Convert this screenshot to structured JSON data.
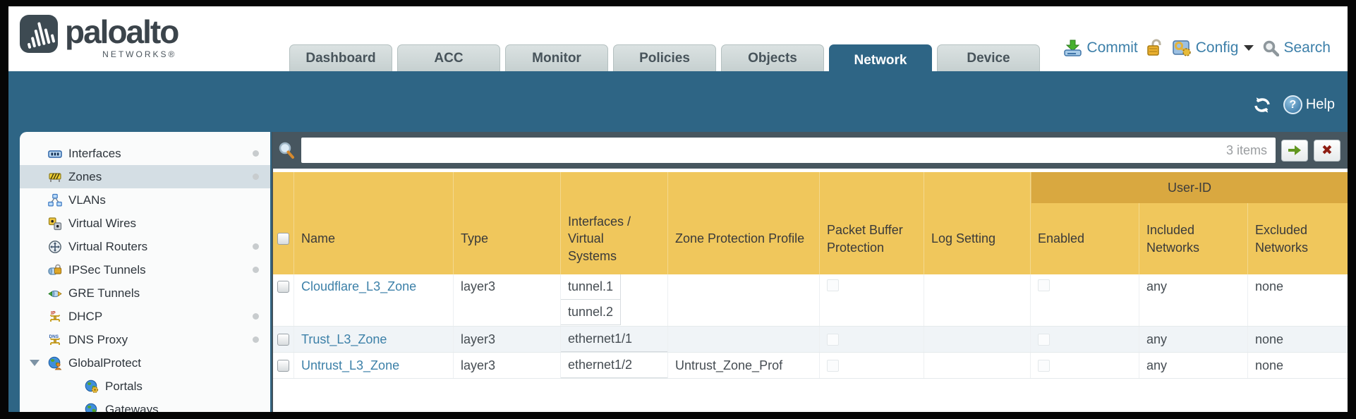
{
  "colors": {
    "teal_band": "#2e6585",
    "searchbar_bg": "#47565f",
    "header_gold": "#f0c75c",
    "group_gold": "#d9a840",
    "link_blue": "#3c80a8",
    "selected_sidebar": "#d4dee4"
  },
  "brand": {
    "name": "paloalto",
    "subtitle": "NETWORKS®"
  },
  "nav": {
    "tabs": [
      {
        "label": "Dashboard",
        "active": false
      },
      {
        "label": "ACC",
        "active": false
      },
      {
        "label": "Monitor",
        "active": false
      },
      {
        "label": "Policies",
        "active": false
      },
      {
        "label": "Objects",
        "active": false
      },
      {
        "label": "Network",
        "active": true
      },
      {
        "label": "Device",
        "active": false
      }
    ]
  },
  "header_actions": {
    "commit": "Commit",
    "config": "Config",
    "search": "Search"
  },
  "content_toolbar": {
    "help": "Help"
  },
  "sidebar": {
    "items": [
      {
        "label": "Interfaces",
        "icon": "interfaces-icon",
        "dot": true,
        "selected": false,
        "sub": false
      },
      {
        "label": "Zones",
        "icon": "zones-icon",
        "dot": true,
        "selected": true,
        "sub": false
      },
      {
        "label": "VLANs",
        "icon": "vlans-icon",
        "dot": false,
        "selected": false,
        "sub": false
      },
      {
        "label": "Virtual Wires",
        "icon": "virtual-wires-icon",
        "dot": false,
        "selected": false,
        "sub": false
      },
      {
        "label": "Virtual Routers",
        "icon": "virtual-routers-icon",
        "dot": true,
        "selected": false,
        "sub": false
      },
      {
        "label": "IPSec Tunnels",
        "icon": "ipsec-tunnels-icon",
        "dot": true,
        "selected": false,
        "sub": false
      },
      {
        "label": "GRE Tunnels",
        "icon": "gre-tunnels-icon",
        "dot": false,
        "selected": false,
        "sub": false
      },
      {
        "label": "DHCP",
        "icon": "dhcp-icon",
        "dot": true,
        "selected": false,
        "sub": false
      },
      {
        "label": "DNS Proxy",
        "icon": "dns-proxy-icon",
        "dot": true,
        "selected": false,
        "sub": false
      },
      {
        "label": "GlobalProtect",
        "icon": "globalprotect-icon",
        "dot": false,
        "selected": false,
        "sub": false,
        "expanded": true
      },
      {
        "label": "Portals",
        "icon": "portals-icon",
        "dot": false,
        "selected": false,
        "sub": true
      },
      {
        "label": "Gateways",
        "icon": "gateways-icon",
        "dot": false,
        "selected": false,
        "sub": true
      }
    ]
  },
  "filter": {
    "value": "",
    "count_label": "3 items"
  },
  "table": {
    "group_header": "User-ID",
    "columns": {
      "name": "Name",
      "type": "Type",
      "interfaces": "Interfaces / Virtual Systems",
      "zpp": "Zone Protection Profile",
      "pbp": "Packet Buffer Protection",
      "log": "Log Setting",
      "enabled": "Enabled",
      "included": "Included Networks",
      "excluded": "Excluded Networks"
    },
    "rows": [
      {
        "name": "Cloudflare_L3_Zone",
        "type": "layer3",
        "interfaces": [
          "tunnel.1",
          "tunnel.2"
        ],
        "zpp": "",
        "log": "",
        "included": "any",
        "excluded": "none"
      },
      {
        "name": "Trust_L3_Zone",
        "type": "layer3",
        "interfaces": [
          "ethernet1/1"
        ],
        "zpp": "",
        "log": "",
        "included": "any",
        "excluded": "none"
      },
      {
        "name": "Untrust_L3_Zone",
        "type": "layer3",
        "interfaces": [
          "ethernet1/2"
        ],
        "zpp": "Untrust_Zone_Prof",
        "log": "",
        "included": "any",
        "excluded": "none"
      }
    ]
  }
}
